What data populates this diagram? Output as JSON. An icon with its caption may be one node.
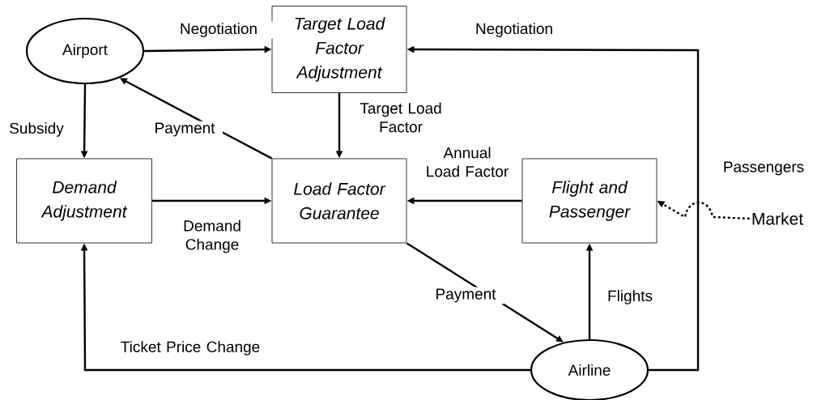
{
  "diagram": {
    "nodes": [
      {
        "text": [
          "Airport"
        ]
      },
      {
        "text": [
          "Target Load Factor Adjustment"
        ]
      },
      {
        "text": [
          "Demand Adjustment"
        ]
      },
      {
        "text": [
          "Load Factor Guarantee"
        ]
      },
      {
        "text": [
          "Flight and Passenger"
        ]
      },
      {
        "text": [
          "Market"
        ]
      },
      {
        "text": [
          "Airline"
        ]
      }
    ],
    "edges": [
      {
        "from": 0,
        "to": 1,
        "arrow": "to",
        "label": "Negotiation"
      },
      {
        "from": 6,
        "to": 1,
        "arrow": "to",
        "label": "Negotiation"
      },
      {
        "from": 0,
        "to": 2,
        "arrow": "to",
        "label": "Subsidy"
      },
      {
        "from": 3,
        "to": 0,
        "arrow": "to",
        "label": "Payment"
      },
      {
        "from": 1,
        "to": 3,
        "arrow": "to",
        "label": "Target Load Factor"
      },
      {
        "from": 2,
        "to": 3,
        "arrow": "to",
        "label": "Demand Change"
      },
      {
        "from": 4,
        "to": 3,
        "arrow": "to",
        "label": "Annual Load Factor"
      },
      {
        "from": 5,
        "to": 4,
        "arrow": "to",
        "label": "Passengers",
        "style": "dashed"
      },
      {
        "from": 3,
        "to": 6,
        "arrow": "to",
        "label": "Payment"
      },
      {
        "from": 6,
        "to": 4,
        "arrow": "to",
        "label": "Flights"
      },
      {
        "from": 6,
        "to": 2,
        "arrow": "to",
        "label": "Ticket Price Change"
      }
    ]
  }
}
